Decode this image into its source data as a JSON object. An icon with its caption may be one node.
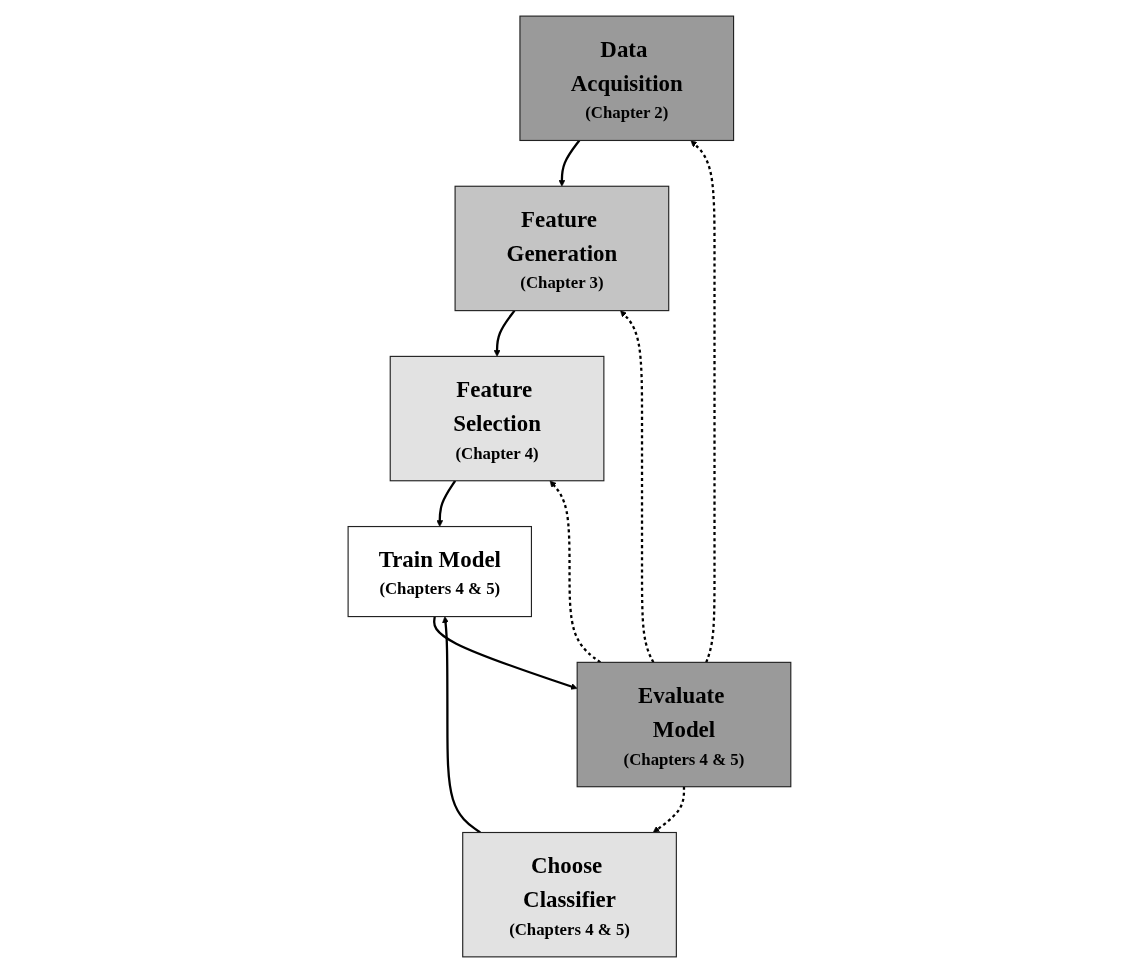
{
  "diagram": {
    "nodes": [
      {
        "text": [
          "Data Acquisition",
          "(Chapter 2)"
        ]
      },
      {
        "text": [
          "Feature Generation",
          "(Chapter 3)"
        ]
      },
      {
        "text": [
          "Feature Selection",
          "(Chapter 4)"
        ]
      },
      {
        "text": [
          "Choose Classifier",
          "(Chapters 4 & 5)"
        ]
      },
      {
        "text": [
          "Train Model",
          "(Chapters 4 & 5)"
        ]
      },
      {
        "text": [
          "Evaluate Model",
          "(Chapters 4 & 5)"
        ]
      }
    ],
    "edges": [
      {
        "from": 0,
        "to": 1,
        "arrow": "to"
      },
      {
        "from": 1,
        "to": 2,
        "arrow": "to"
      },
      {
        "from": 2,
        "to": 4,
        "arrow": "to"
      },
      {
        "from": 3,
        "to": 4,
        "arrow": "to"
      },
      {
        "from": 4,
        "to": 5,
        "arrow": "to"
      },
      {
        "from": 5,
        "to": 0,
        "arrow": "to",
        "style": "dashed"
      },
      {
        "from": 5,
        "to": 1,
        "arrow": "to",
        "style": "dashed"
      },
      {
        "from": 5,
        "to": 2,
        "arrow": "to",
        "style": "dashed"
      },
      {
        "from": 5,
        "to": 3,
        "arrow": "to",
        "style": "dashed"
      }
    ]
  }
}
